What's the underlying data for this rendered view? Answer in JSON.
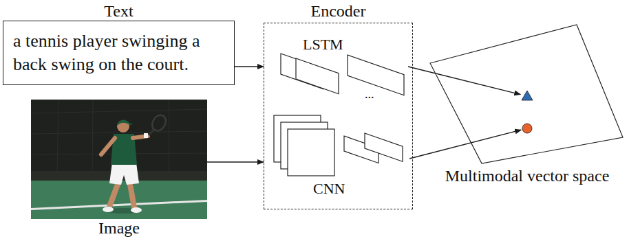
{
  "diagram": {
    "nodes": [
      {
        "text": [
          "Text",
          "a tennis player swinging a back swing on the court."
        ]
      },
      {
        "text": [
          "Image"
        ]
      },
      {
        "text": [
          "Encoder"
        ]
      },
      {
        "text": [
          "LSTM"
        ],
        "in": 2
      },
      {
        "text": [
          "CNN"
        ],
        "in": 2
      },
      {
        "text": [
          "Multimodal vector space"
        ]
      }
    ],
    "edges": [
      {
        "from": 0,
        "to": 2,
        "arrow": "to"
      },
      {
        "from": 1,
        "to": 2,
        "arrow": "to"
      },
      {
        "from": 3,
        "to": 5,
        "arrow": "to"
      },
      {
        "from": 4,
        "to": 5,
        "arrow": "to"
      }
    ],
    "labels": [
      "..."
    ]
  }
}
